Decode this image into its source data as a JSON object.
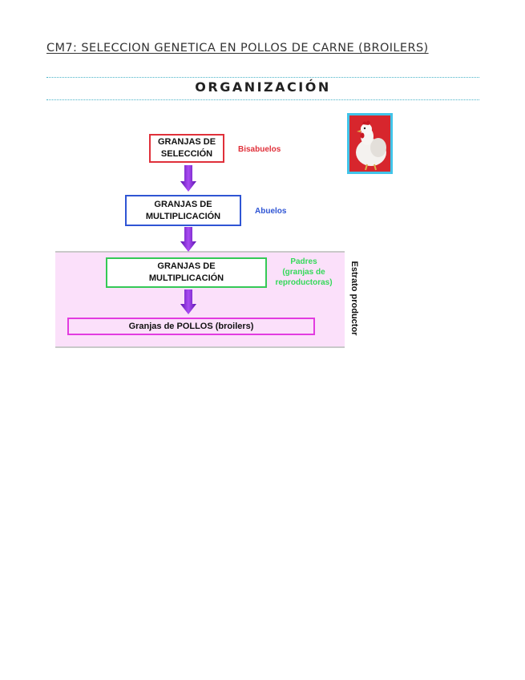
{
  "document": {
    "title": "CM7: SELECCION GENETICA EN POLLOS DE CARNE (BROILERS)",
    "section_title": "ORGANIZACIÓN"
  },
  "diagram": {
    "boxes": [
      {
        "label": "GRANJAS DE\nSELECCIÓN",
        "color": "#e0303a"
      },
      {
        "label": "GRANJAS DE\nMULTIPLICACIÓN",
        "color": "#2f55d4"
      },
      {
        "label": "GRANJAS DE\nMULTIPLICACIÓN",
        "color": "#35c956"
      },
      {
        "label": "Granjas de POLLOS (broilers)",
        "color": "#e23be0"
      }
    ],
    "generations": [
      {
        "label": "Bisabuelos",
        "color": "#e0303a"
      },
      {
        "label": "Abuelos",
        "color": "#2f55d4"
      },
      {
        "label": "Padres\n(granjas de\nreproductoras)",
        "color": "#35d95a"
      }
    ],
    "stratum_label": "Estrato productor",
    "arrow_color": "#8a1fd6",
    "stratum_color": "#fbe0fa",
    "photo": {
      "icon": "chicken-photo",
      "frame_color": "#41c4e9",
      "background": "#d7262d"
    }
  }
}
